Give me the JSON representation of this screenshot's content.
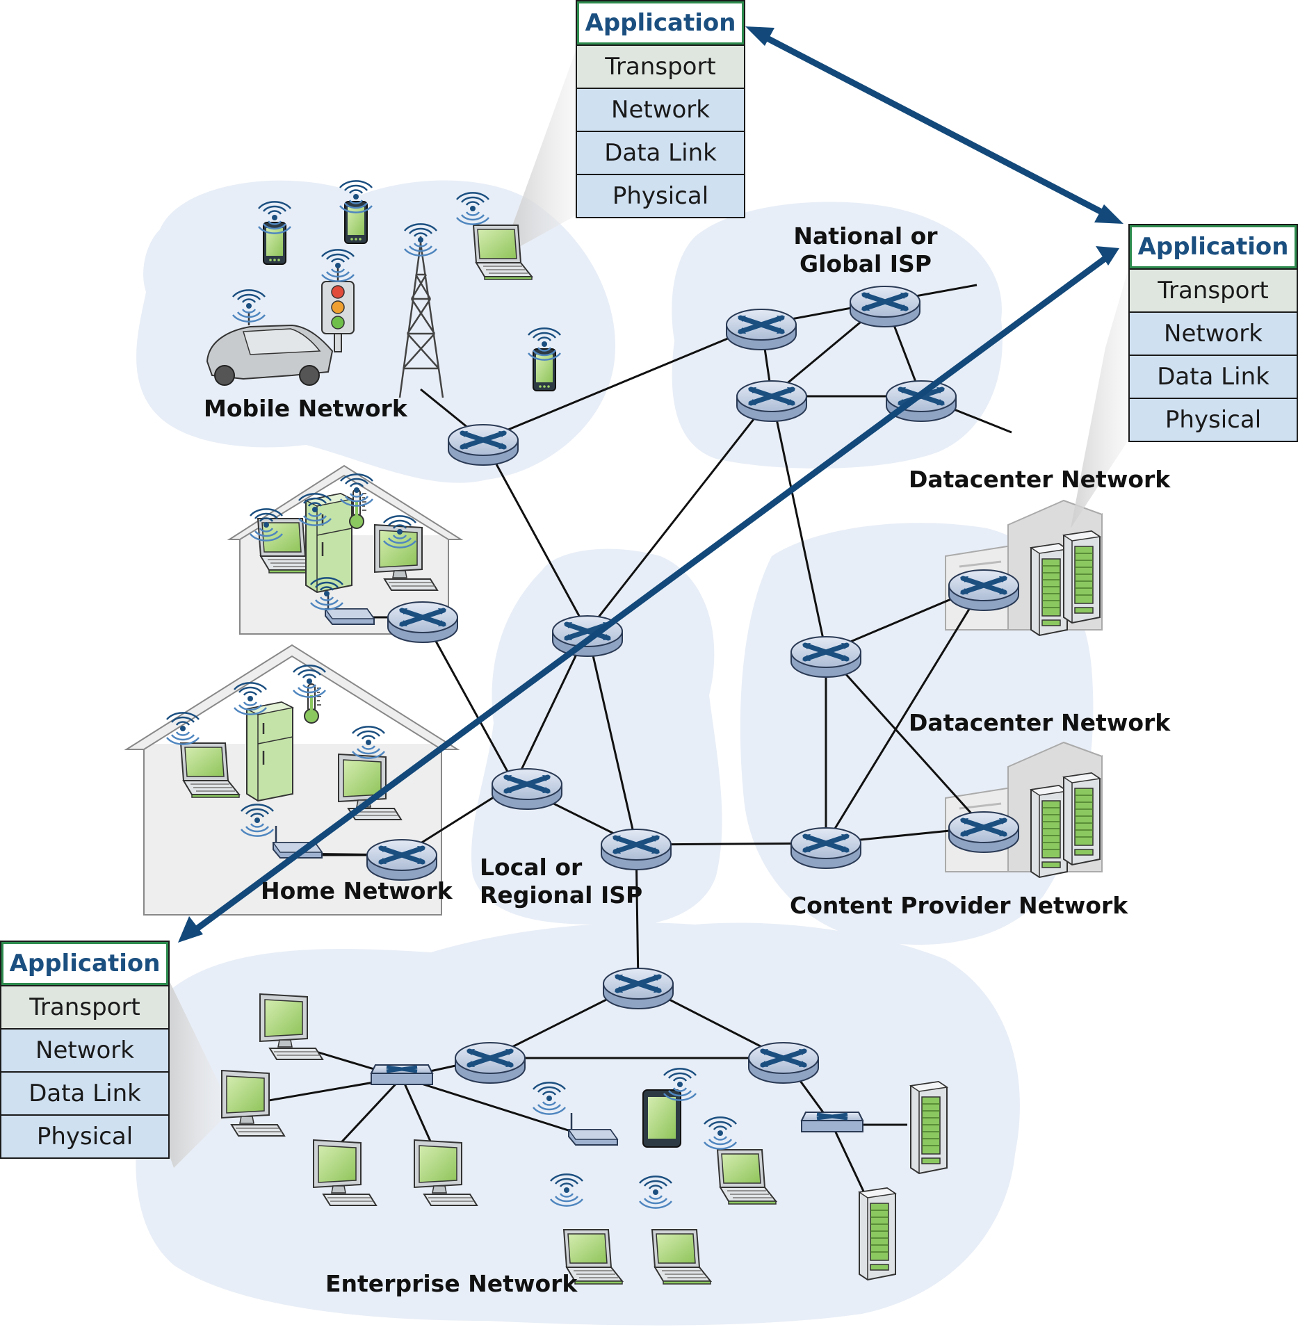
{
  "labels": {
    "mobile": "Mobile Network",
    "national_line1": "National or",
    "national_line2": "Global ISP",
    "datacenter_1": "Datacenter Network",
    "datacenter_2": "Datacenter Network",
    "local_line1": "Local or",
    "local_line2": "Regional ISP",
    "home": "Home Network",
    "content": "Content Provider Network",
    "enterprise": "Enterprise Network"
  },
  "stacks": {
    "top": [
      "Application",
      "Transport",
      "Network",
      "Data Link",
      "Physical"
    ],
    "right": [
      "Application",
      "Transport",
      "Network",
      "Data Link",
      "Physical"
    ],
    "left": [
      "Application",
      "Transport",
      "Network",
      "Data Link",
      "Physical"
    ]
  },
  "colors": {
    "cloud": "#e8eef7",
    "router_top": "#c9d4e6",
    "router_x": "#1b4f80",
    "arrow": "#13497a",
    "app_border": "#2e8b4e",
    "layer_blue": "#cfe0f1",
    "layer_gray": "#dfe6df",
    "screen_green": "#a7d36b"
  },
  "icons": [
    "router-icon",
    "switch-icon",
    "cell-tower-icon",
    "smartphone-icon",
    "laptop-icon",
    "desktop-icon",
    "car-icon",
    "traffic-light-icon",
    "refrigerator-icon",
    "thermometer-icon",
    "wifi-router-icon",
    "server-rack-icon",
    "tablet-icon"
  ]
}
